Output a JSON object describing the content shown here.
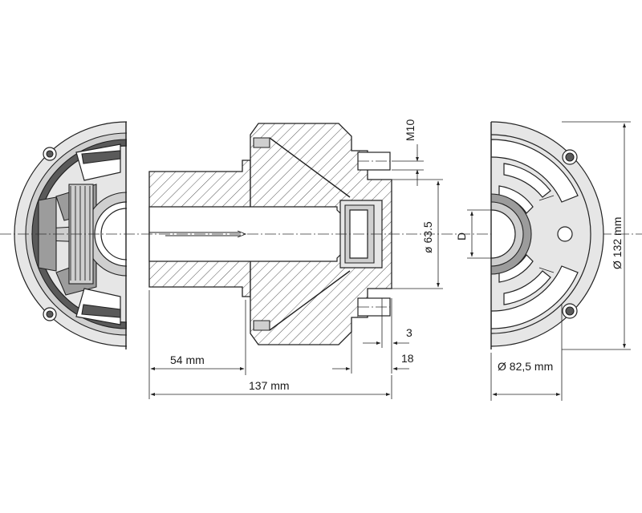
{
  "dimensions": {
    "thread": "M10",
    "inner_diameter": "ø 63.5",
    "bore": "D",
    "outer_diameter": "Ø 132 mm",
    "flange_diameter": "Ø 82,5 mm",
    "offset_small": "3",
    "offset_flange": "18",
    "shaft_length": "54 mm",
    "overall_length": "137 mm"
  }
}
